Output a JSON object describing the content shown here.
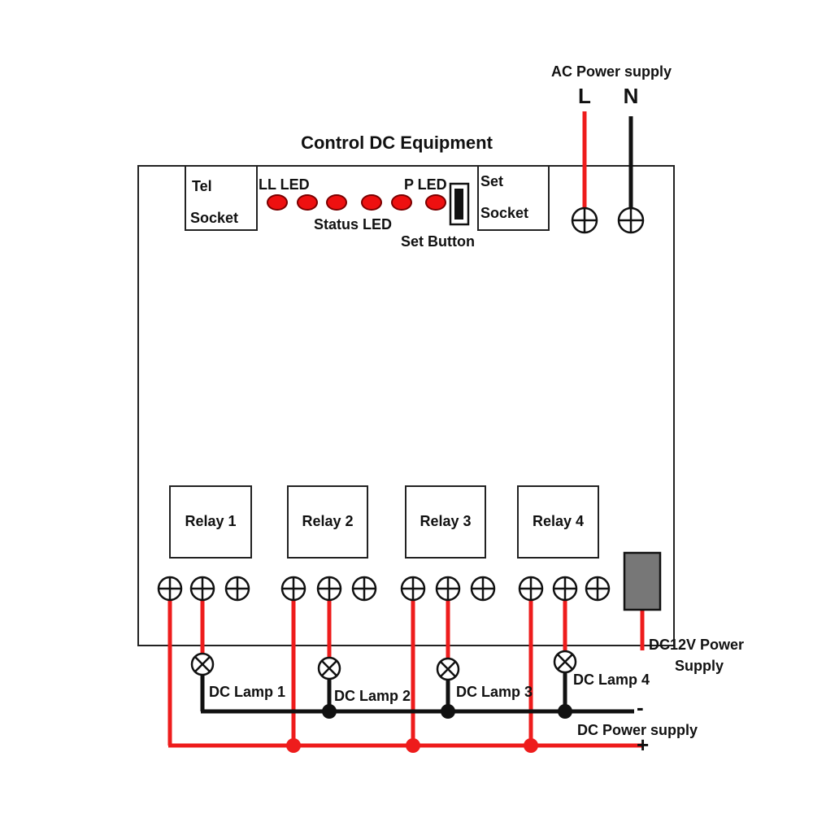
{
  "title": "Control DC Equipment",
  "ac_power": {
    "label": "AC Power supply",
    "live_label": "L",
    "neutral_label": "N"
  },
  "tel_socket": {
    "line1": "Tel",
    "line2": "Socket"
  },
  "set_socket": {
    "line1": "Set",
    "line2": "Socket"
  },
  "leds": {
    "ll_label": "LL LED",
    "p_label": "P LED",
    "status_label": "Status LED",
    "count": 6,
    "color": "#ee1010"
  },
  "set_button_label": "Set Button",
  "relays": [
    {
      "label": "Relay 1",
      "lamp": "DC Lamp 1"
    },
    {
      "label": "Relay 2",
      "lamp": "DC Lamp 2"
    },
    {
      "label": "Relay 3",
      "lamp": "DC Lamp 3"
    },
    {
      "label": "Relay 4",
      "lamp": "DC Lamp 4"
    }
  ],
  "dc12v": {
    "line1": "DC12V Power",
    "line2": "Supply"
  },
  "dc_supply": {
    "label": "DC Power supply",
    "minus": "-",
    "plus": "+"
  },
  "colors": {
    "positive_wire": "#ee1c1c",
    "negative_wire": "#111111",
    "led": "#ee1010",
    "power_module": "#777777"
  },
  "icons": [
    "screw-terminal-icon",
    "lamp-icon",
    "led-icon",
    "push-button-icon"
  ]
}
